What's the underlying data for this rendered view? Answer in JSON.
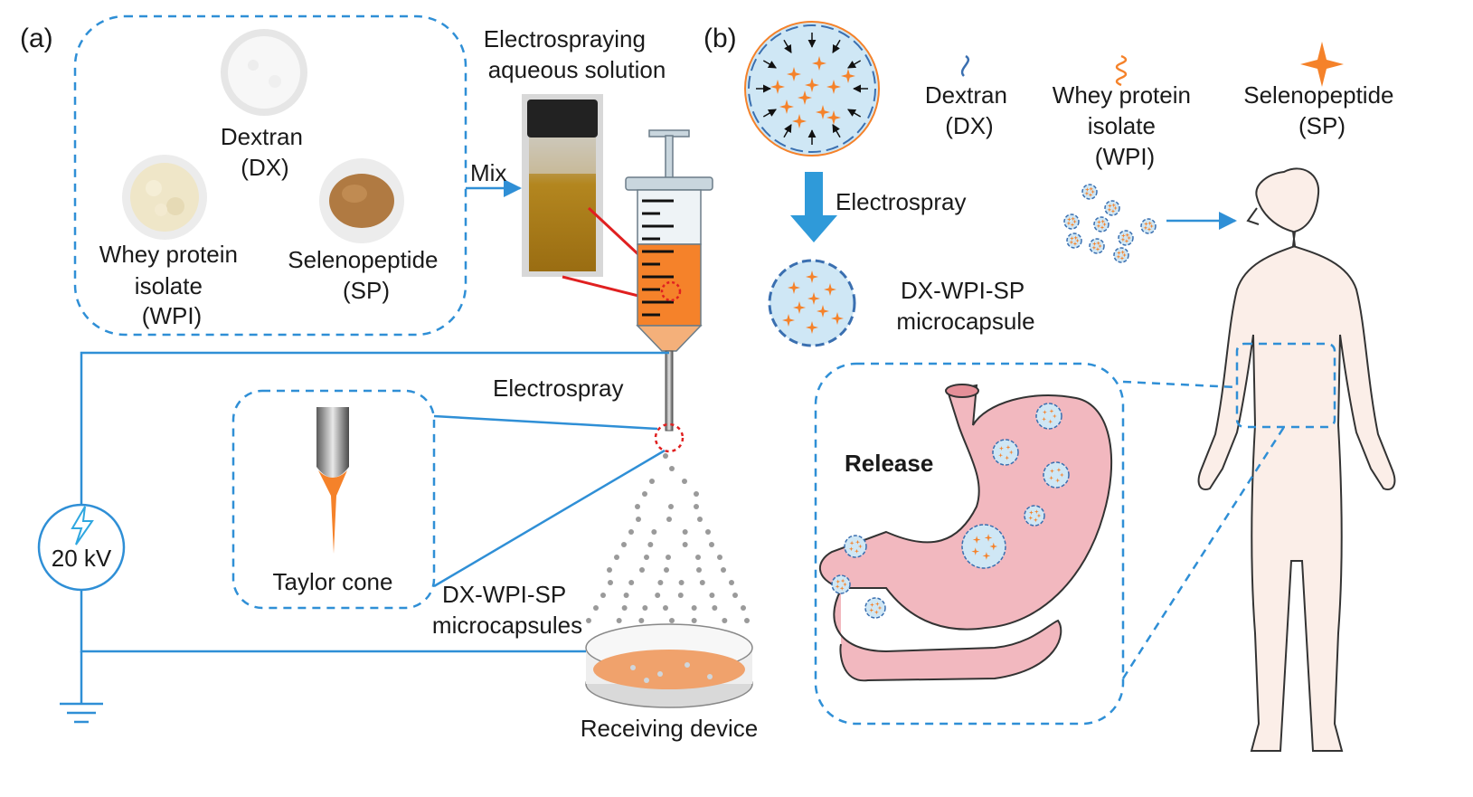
{
  "panel_a": {
    "tag": "(a)",
    "ingredients": {
      "dextran": [
        "Dextran",
        "(DX)"
      ],
      "wpi": [
        "Whey protein",
        "isolate",
        "(WPI)"
      ],
      "sp": [
        "Selenopeptide",
        "(SP)"
      ]
    },
    "mix_label": "Mix",
    "solution_label": [
      "Electrospraying",
      "aqueous solution"
    ],
    "electrospray_label": "Electrospray",
    "taylor_cone_label": "Taylor cone",
    "voltage_label": "20 kV",
    "product_label": [
      "DX-WPI-SP",
      "microcapsules"
    ],
    "receiving_label": "Receiving device"
  },
  "panel_b": {
    "tag": "(b)",
    "legend": {
      "dextran": [
        "Dextran",
        "(DX)"
      ],
      "wpi": [
        "Whey protein",
        "isolate",
        "(WPI)"
      ],
      "sp": [
        "Selenopeptide",
        "(SP)"
      ]
    },
    "process_label": "Electrospray",
    "microcapsule_label": [
      "DX-WPI-SP",
      "microcapsule"
    ],
    "release_label": "Release"
  },
  "colors": {
    "accent_blue": "#2f8fd6",
    "orange": "#f5822a",
    "red": "#e02020",
    "stomach_pink": "#f2b8bf",
    "skin": "#fbeee8"
  }
}
